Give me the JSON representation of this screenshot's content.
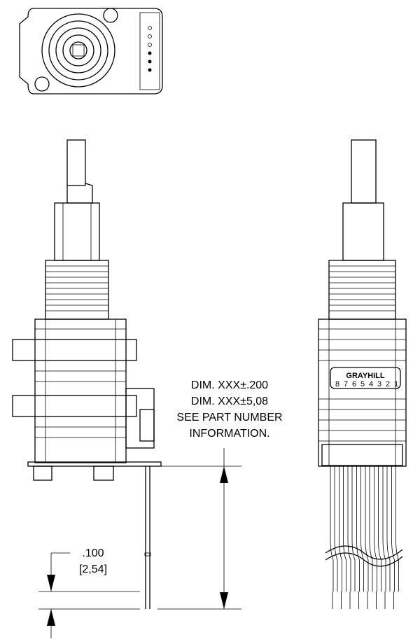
{
  "notes": {
    "line1": "DIM. XXX±.200",
    "line2": "DIM. XXX±5,08",
    "line3": "SEE PART NUMBER",
    "line4": "INFORMATION."
  },
  "pin_dimension": {
    "inch": ".100",
    "mm": "[2,54]"
  },
  "label": {
    "brand": "GRAYHILL",
    "pin_numbers": [
      "8",
      "7",
      "6",
      "5",
      "4",
      "3",
      "2",
      "1"
    ]
  }
}
